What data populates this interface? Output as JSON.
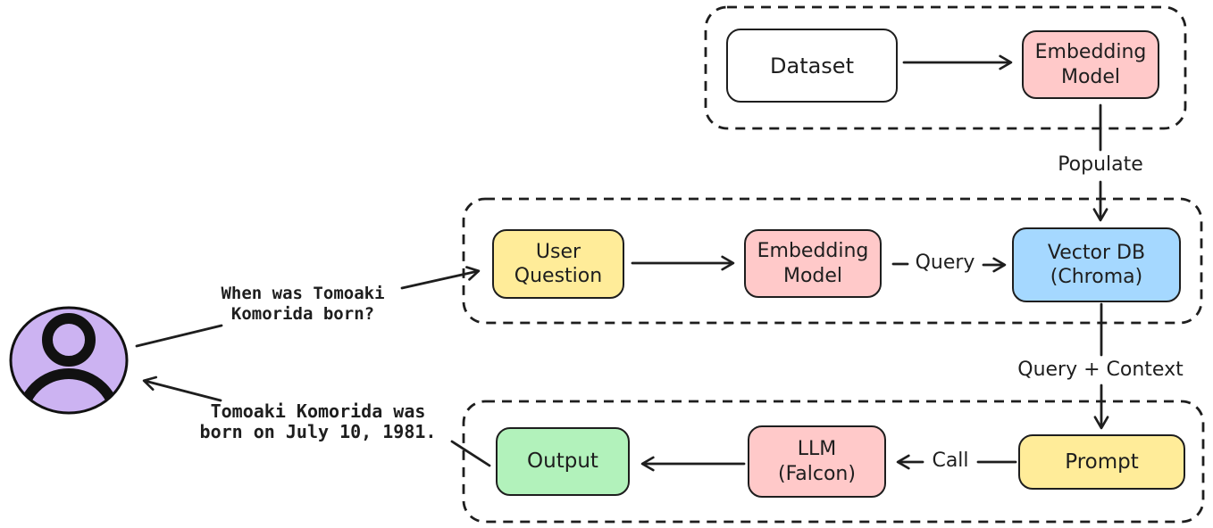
{
  "diagram": {
    "stroke_color": "#1e1e1e",
    "nodes": {
      "dataset": {
        "label": "Dataset",
        "line1": "Dataset",
        "line2": "",
        "fill": "#ffffff"
      },
      "embedding_model_top": {
        "label": "Embedding Model",
        "line1": "Embedding",
        "line2": "Model",
        "fill": "#ffc9c9"
      },
      "user_question": {
        "label": "User Question",
        "line1": "User",
        "line2": "Question",
        "fill": "#ffec99"
      },
      "embedding_model_mid": {
        "label": "Embedding Model",
        "line1": "Embedding",
        "line2": "Model",
        "fill": "#ffc9c9"
      },
      "vector_db": {
        "label": "Vector DB (Chroma)",
        "line1": "Vector DB",
        "line2": "(Chroma)",
        "fill": "#a5d8ff"
      },
      "output": {
        "label": "Output",
        "line1": "Output",
        "line2": "",
        "fill": "#b2f2bb"
      },
      "llm": {
        "label": "LLM (Falcon)",
        "line1": "LLM",
        "line2": "(Falcon)",
        "fill": "#ffc9c9"
      },
      "prompt": {
        "label": "Prompt",
        "line1": "Prompt",
        "line2": "",
        "fill": "#ffec99"
      }
    },
    "edge_labels": {
      "populate": "Populate",
      "query": "Query",
      "query_context": "Query + Context",
      "call": "Call"
    },
    "user": {
      "avatar_fill": "#ccb3f2",
      "question_line1": "When was Tomoaki",
      "question_line2": "Komorida born?",
      "answer_line1": "Tomoaki Komorida was",
      "answer_line2": "born on July 10, 1981."
    }
  }
}
